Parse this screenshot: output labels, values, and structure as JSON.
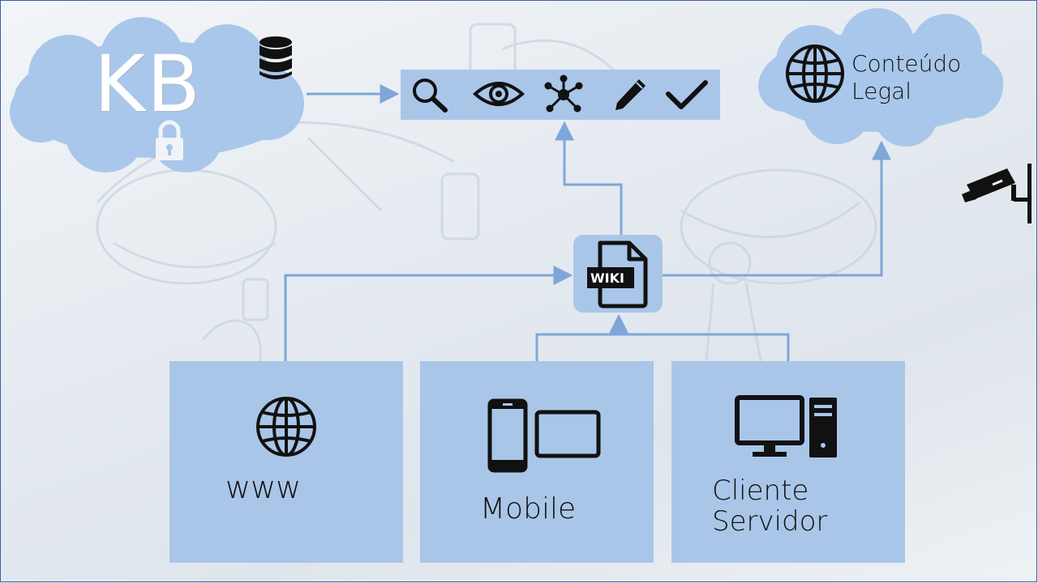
{
  "kb_cloud": {
    "title": "KB",
    "icons": [
      "database-icon",
      "lock-icon"
    ]
  },
  "toolbar": {
    "icons": [
      "search-icon",
      "eye-icon",
      "network-hub-icon",
      "pencil-icon",
      "checkmark-icon"
    ]
  },
  "legal_cloud": {
    "line1": "Conteúdo",
    "line2": "Legal",
    "icon": "globe-icon"
  },
  "wiki_node": {
    "badge": "WIKI",
    "icon": "wiki-file-icon"
  },
  "sources": [
    {
      "label": "www",
      "icon": "globe-icon"
    },
    {
      "label": "Mobile",
      "icon": "mobile-tablet-icon"
    },
    {
      "line1": "Cliente",
      "line2": "Servidor",
      "icon": "desktop-server-icon"
    }
  ],
  "extra_icons": [
    "security-camera-icon"
  ],
  "colors": {
    "box_fill": "#a9c6e8",
    "cloud_fill": "#a8c7ea",
    "connector": "#7fa6d8",
    "icon": "#111111"
  }
}
